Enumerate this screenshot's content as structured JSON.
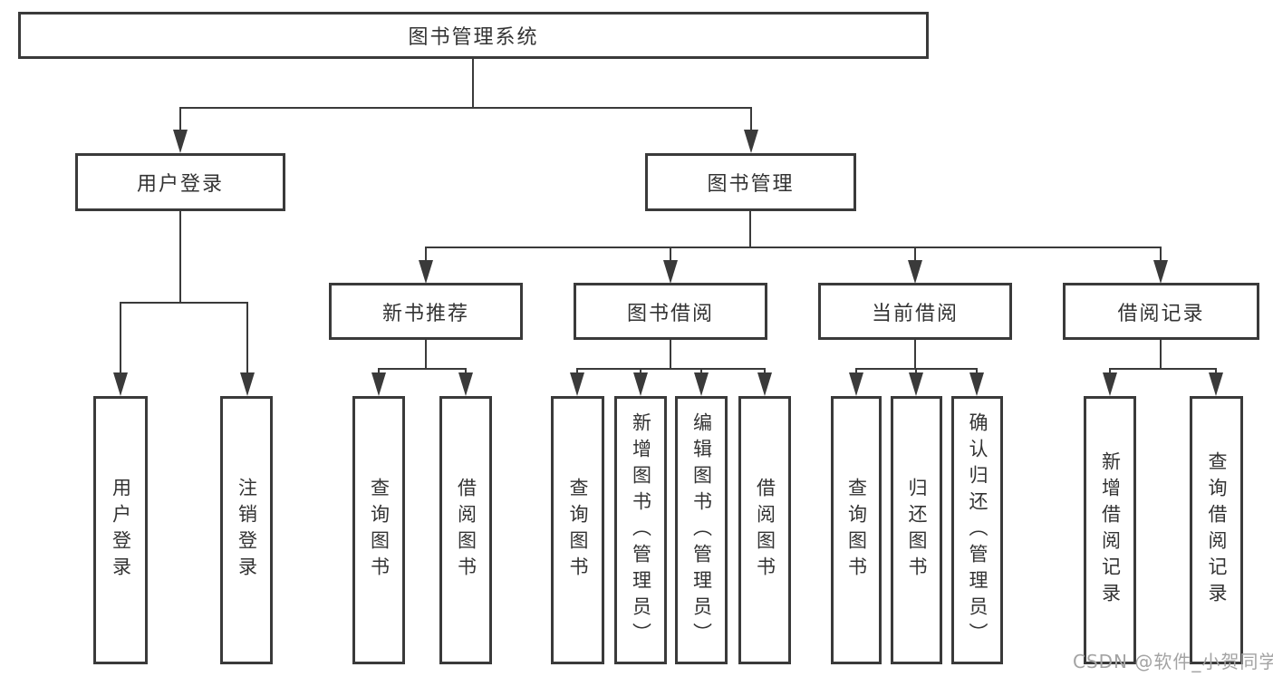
{
  "diagram": {
    "root": {
      "label": "图书管理系统"
    },
    "level2": {
      "user_login": {
        "label": "用户登录"
      },
      "book_management": {
        "label": "图书管理"
      }
    },
    "level3": {
      "new_book_recommend": {
        "label": "新书推荐"
      },
      "book_borrow": {
        "label": "图书借阅"
      },
      "current_borrow": {
        "label": "当前借阅"
      },
      "borrow_records": {
        "label": "借阅记录"
      }
    },
    "leaves": {
      "user_login": {
        "label": "用户登录"
      },
      "logout": {
        "label": "注销登录"
      },
      "recommend_query_book": {
        "label": "查询图书"
      },
      "recommend_borrow_book": {
        "label": "借阅图书"
      },
      "borrow_query_book": {
        "label": "查询图书"
      },
      "borrow_add_book": {
        "label": "新增图书（管理员）"
      },
      "borrow_edit_book": {
        "label": "编辑图书（管理员）"
      },
      "borrow_borrow_book": {
        "label": "借阅图书"
      },
      "current_query_book": {
        "label": "查询图书"
      },
      "current_return_book": {
        "label": "归还图书"
      },
      "current_confirm_return": {
        "label": "确认归还（管理员）"
      },
      "records_add_record": {
        "label": "新增借阅记录"
      },
      "records_query_record": {
        "label": "查询借阅记录"
      }
    }
  },
  "watermark": {
    "text": "CSDN @软件_小贺同学"
  },
  "colors": {
    "line": "#3a3a3a",
    "text": "#333333",
    "background": "#ffffff",
    "watermark": "#a3a3a3"
  }
}
